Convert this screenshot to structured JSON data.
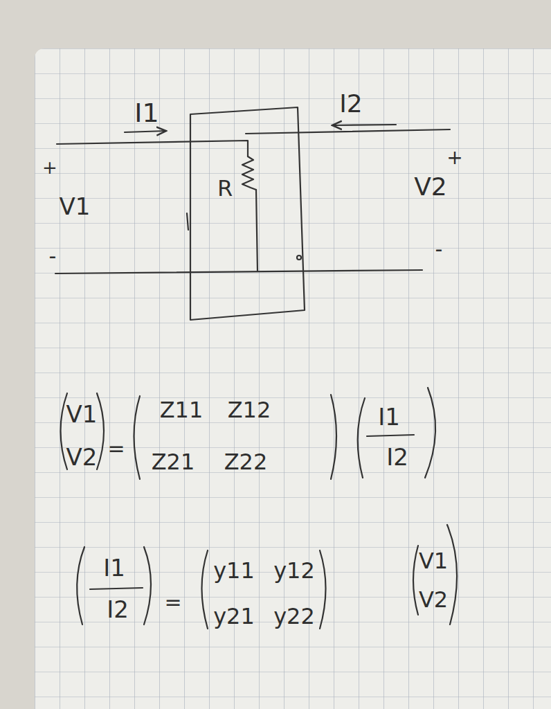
{
  "diagram": {
    "labels": [
      "I1",
      "I2",
      "+",
      "V1",
      "-",
      "+",
      "V2",
      "-",
      "R",
      "V1",
      "V2",
      "=",
      "Z11",
      "Z12",
      "Z21",
      "Z22",
      "I1",
      "I2",
      "I1",
      "I2",
      "=",
      "y11",
      "y12",
      "y21",
      "y22",
      "V1",
      "V2"
    ]
  }
}
